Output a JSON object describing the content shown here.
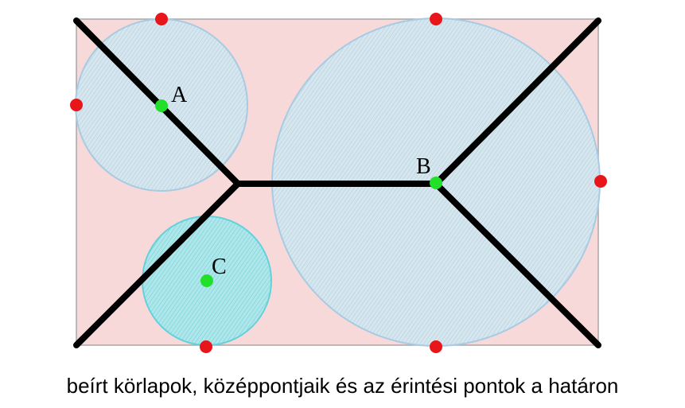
{
  "caption": "beírt körlapok, középpontjaik és az érintési pontok a határon",
  "labels": {
    "a": "A",
    "b": "B",
    "c": "C"
  },
  "colors": {
    "region_fill": "#f8d9da",
    "region_border": "#a8a8a8",
    "disk_fill": "#d6e6ee",
    "disk_stroke": "#a6cbe3",
    "disk_c_fill": "#aee6ea",
    "disk_c_stroke": "#63d1da",
    "skeleton": "#000000",
    "center_point": "#22e02a",
    "touch_point": "#e8161a"
  }
}
